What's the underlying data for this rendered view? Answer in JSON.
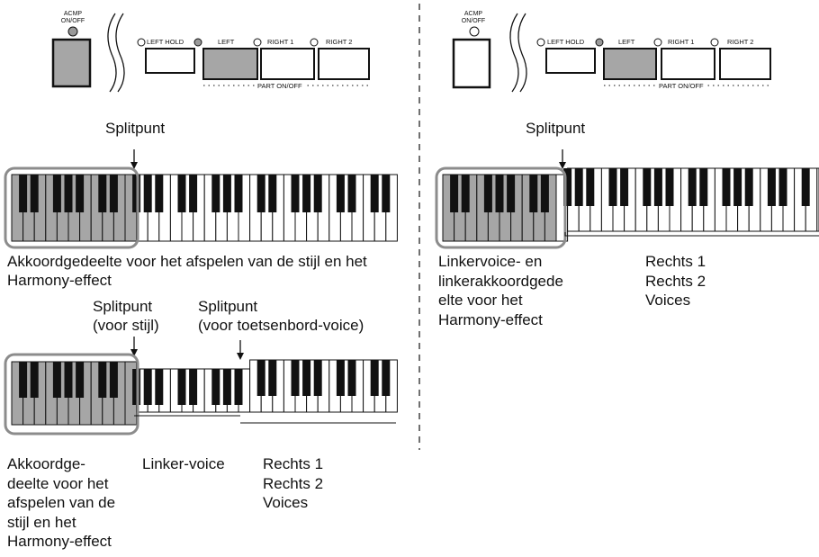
{
  "left_panel": {
    "acmp_label": "ACMP\nON/OFF",
    "buttons": [
      "LEFT HOLD",
      "LEFT",
      "RIGHT 1",
      "RIGHT 2"
    ],
    "part_label": "PART ON/OFF",
    "split_label": "Splitpunt",
    "chord_caption": "Akkoordgedeelte voor het afspelen van de stijl en het Harmony-effect",
    "split_style": "Splitpunt\n(voor stijl)",
    "split_voice": "Splitpunt\n(voor toetsenbord-voice)",
    "bottom_chord": "Akkoordge-\ndeelte voor het\nafspelen van de\nstijl en het\nHarmony-effect",
    "bottom_left_voice": "Linker-voice",
    "bottom_right": "Rechts 1\nRechts 2\nVoices"
  },
  "right_panel": {
    "acmp_label": "ACMP\nON/OFF",
    "buttons": [
      "LEFT HOLD",
      "LEFT",
      "RIGHT 1",
      "RIGHT 2"
    ],
    "part_label": "PART ON/OFF",
    "split_label": "Splitpunt",
    "left_caption": "Linkervoice- en\nlinkerakkoordgede\nelte voor het\nHarmony-effect",
    "right_caption": "Rechts 1\nRechts 2\nVoices"
  },
  "colors": {
    "gray_fill": "#a6a6a6",
    "outline": "#8c8c8c",
    "ink": "#111111"
  }
}
